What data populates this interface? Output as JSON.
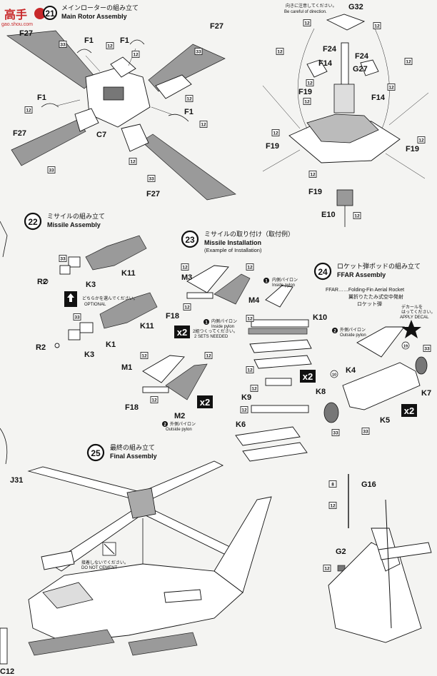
{
  "watermark": {
    "jp": "高手",
    "url": "gao.shou.com"
  },
  "step21": {
    "number": "21",
    "title_jp": "メインローターの組み立て",
    "title_en": "Main Rotor Assembly"
  },
  "step22": {
    "number": "22",
    "title_jp": "ミサイルの組み立て",
    "title_en": "Missile Assembly",
    "optional_jp": "どちらかを選んでください。",
    "optional_en": "OPTIONAL"
  },
  "step23": {
    "number": "23",
    "title_jp": "ミサイルの取り付け（取付例）",
    "title_en": "Missile Installation",
    "subtitle_en": "(Example of Installation)",
    "inside_jp": "内側パイロン",
    "inside_en": "Inside pylon",
    "outside_jp": "外側パイロン",
    "outside_en": "Outside pylon",
    "sets_jp": "内側パイロン",
    "sets_jp2": "2組つくってください。",
    "sets_en": "2 SETS NEEDED",
    "outside2_jp": "外側パイロン",
    "outside2_en": "Outside pylon"
  },
  "step24": {
    "number": "24",
    "title_jp": "ロケット弾ポッドの組み立て",
    "title_en": "FFAR Assembly",
    "ffar_line1": "FFAR……Folding-Fin Aerial Rocket",
    "ffar_jp1": "翼折りたたみ式空中発射",
    "ffar_jp2": "ロケット弾",
    "outside_jp": "外側パイロン",
    "outside_en": "Outside pylon",
    "decal_jp1": "デカールを",
    "decal_jp2": "はってください。",
    "decal_en": "APPLY DECAL"
  },
  "step25": {
    "number": "25",
    "title_jp": "最終の組み立て",
    "title_en": "Final Assembly",
    "cement_jp": "接着しないでください。",
    "cement_en": "DO NOT CEMENT"
  },
  "topnote": {
    "jp": "向きに注意してください。",
    "en": "Be careful of direction."
  },
  "multiplier": "x2",
  "parts": {
    "F27": "F27",
    "F1": "F1",
    "C7": "C7",
    "G32": "G32",
    "F24": "F24",
    "F14": "F14",
    "G27": "G27",
    "F19": "F19",
    "E10": "E10",
    "K11": "K11",
    "K3": "K3",
    "K1": "K1",
    "R2": "R2",
    "M3": "M3",
    "M4": "M4",
    "M1": "M1",
    "M2": "M2",
    "F18": "F18",
    "K10": "K10",
    "K9": "K9",
    "K6": "K6",
    "K4": "K4",
    "K8": "K8",
    "K5": "K5",
    "K7": "K7",
    "G16": "G16",
    "G2": "G2",
    "J31": "J31",
    "C12": "C12"
  },
  "badges": {
    "n12": "12",
    "n33": "33",
    "n19": "19",
    "n10": "10",
    "n8": "8"
  }
}
